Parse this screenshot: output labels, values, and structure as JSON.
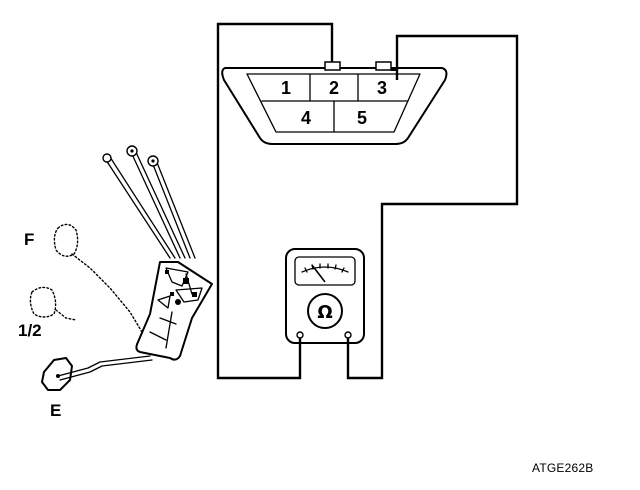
{
  "connector": {
    "pins": [
      {
        "label": "1"
      },
      {
        "label": "2"
      },
      {
        "label": "3"
      },
      {
        "label": "4"
      },
      {
        "label": "5"
      }
    ]
  },
  "multimeter": {
    "symbol": "Ω"
  },
  "float_positions": {
    "full": "F",
    "half": "1/2",
    "empty": "E"
  },
  "figure_code": "ATGE262B"
}
